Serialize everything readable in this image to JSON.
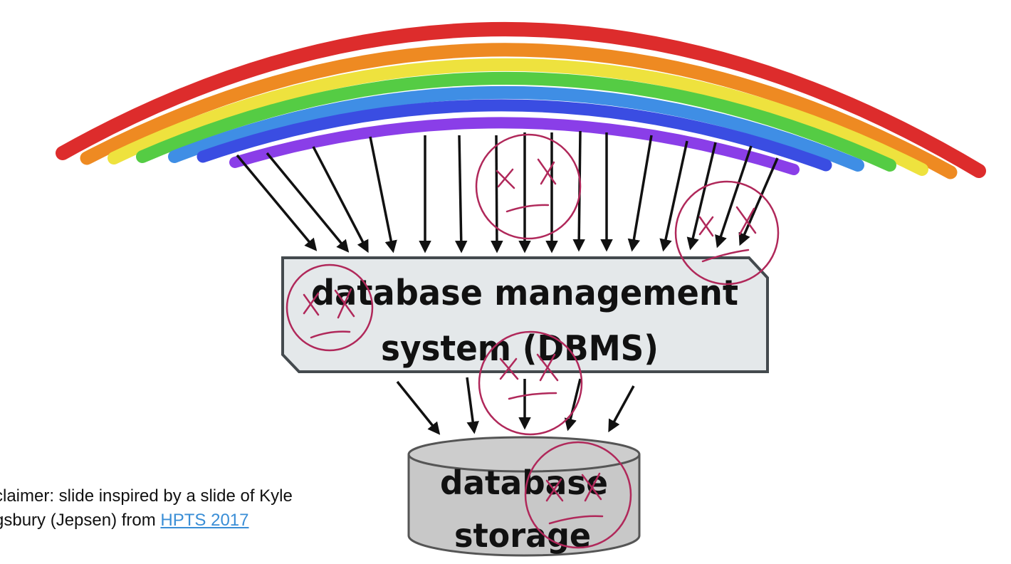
{
  "colors": {
    "rainbow": [
      "#dd2c2c",
      "#ee8a22",
      "#eee23e",
      "#55cc44",
      "#3f8ee5",
      "#3a4de2",
      "#8a3ee8"
    ],
    "box_fill": "#e4e8ea",
    "box_stroke": "#444a4e",
    "cylinder_fill": "#c8c8c8",
    "cylinder_stroke": "#555555",
    "sad_face": "#b0285a",
    "link": "#3a8ed6"
  },
  "dbms_box": {
    "line1": "database management",
    "line2": "system (DBMS)"
  },
  "storage": {
    "line1": "database",
    "line2": "storage"
  },
  "disclaimer": {
    "line1": "claimer: slide inspired by a slide of Kyle",
    "line2_prefix": "gsbury (Jepsen) from ",
    "link_text": "HPTS 2017"
  },
  "icons": {
    "rainbow": "rainbow-arcs",
    "arrow": "arrow-icon",
    "sad_face": "sad-face-icon"
  }
}
